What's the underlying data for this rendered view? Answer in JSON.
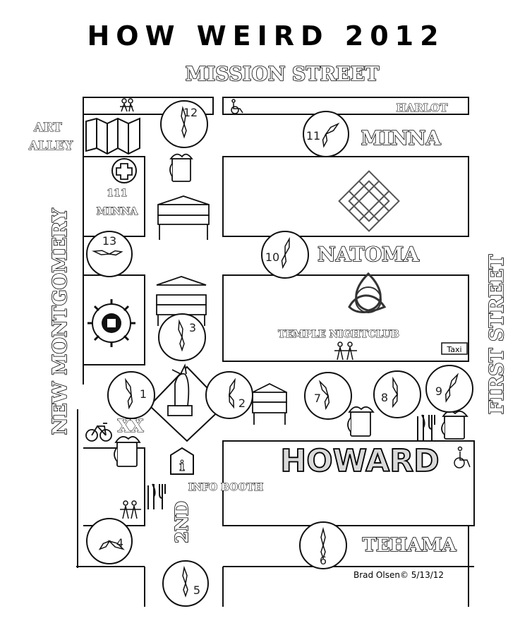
{
  "title": "HOW WEIRD 2012",
  "streets": {
    "mission": "MISSION STREET",
    "minna": "MINNA",
    "natoma": "NATOMA",
    "howard": "HOWARD",
    "tehama": "TEHAMA",
    "new_montgomery": "NEW MONTGOMERY",
    "first": "FIRST STREET",
    "second": "2ND"
  },
  "labels": {
    "art_alley": [
      "ART",
      "ALLEY"
    ],
    "harlot": "HARLOT",
    "minna_111": [
      "111",
      "MINNA"
    ],
    "temple": "TEMPLE NIGHTCLUB",
    "taxi": "Taxi",
    "info_booth": "INFO BOOTH",
    "xx": "XX",
    "credit": "Brad Olsen© 5/13/12"
  },
  "stages": [
    "1",
    "2",
    "3",
    "4",
    "5",
    "6",
    "7",
    "8",
    "9",
    "10",
    "11",
    "12",
    "13"
  ],
  "icons": [
    "restroom-icon",
    "wheelchair-icon",
    "beer-icon",
    "tent-icon",
    "first-aid-icon",
    "endless-knot-icon",
    "triquetra-icon",
    "mayan-symbol-icon",
    "bicycle-icon",
    "fork-knife-icon",
    "info-icon",
    "taxi-icon",
    "art-alley-banner-icon",
    "statue-icon",
    "clock-icon"
  ]
}
